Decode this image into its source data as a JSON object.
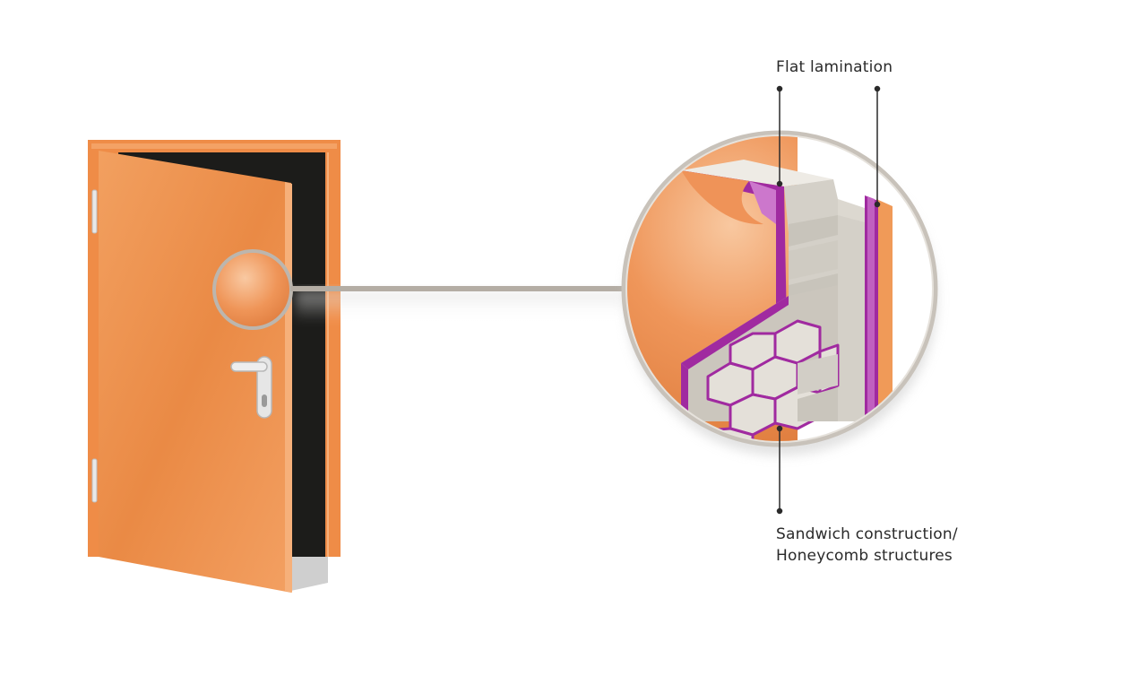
{
  "labels": {
    "flat_lamination": "Flat lamination",
    "sandwich_line1": "Sandwich construction/",
    "sandwich_line2": "Honeycomb structures"
  },
  "colors": {
    "door_orange": "#ec8a45",
    "frame_orange": "#ef8c47",
    "door_gap": "#1c1c1a",
    "laminate_purple": "#a02aa0",
    "core_grey": "#d8d4cc",
    "ring_grey": "#b4ada4",
    "leader_line": "#2a2a2a"
  }
}
